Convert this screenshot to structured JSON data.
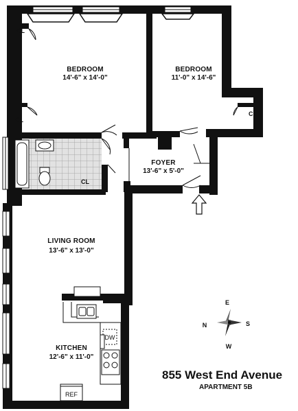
{
  "rooms": {
    "bedroom1": {
      "name": "BEDROOM",
      "dims": "14'-6\" x 14'-0\""
    },
    "bedroom2": {
      "name": "BEDROOM",
      "dims": "11'-0\" x 14'-6\""
    },
    "foyer": {
      "name": "FOYER",
      "dims": "13'-6\" x 5'-0\""
    },
    "living": {
      "name": "LIVING ROOM",
      "dims": "13'-6\" x 13'-0\""
    },
    "kitchen": {
      "name": "KITCHEN",
      "dims": "12'-6\" x 11'-0\""
    }
  },
  "closets": {
    "label": "CL"
  },
  "fixtures": {
    "dishwasher": "DW",
    "refrigerator": "REF"
  },
  "compass": {
    "n": "N",
    "s": "S",
    "e": "E",
    "w": "W"
  },
  "building": {
    "address": "855 West End Avenue",
    "apartment": "APARTMENT 5B"
  },
  "colors": {
    "wall": "#111111",
    "tile": "#d4d4d4"
  }
}
